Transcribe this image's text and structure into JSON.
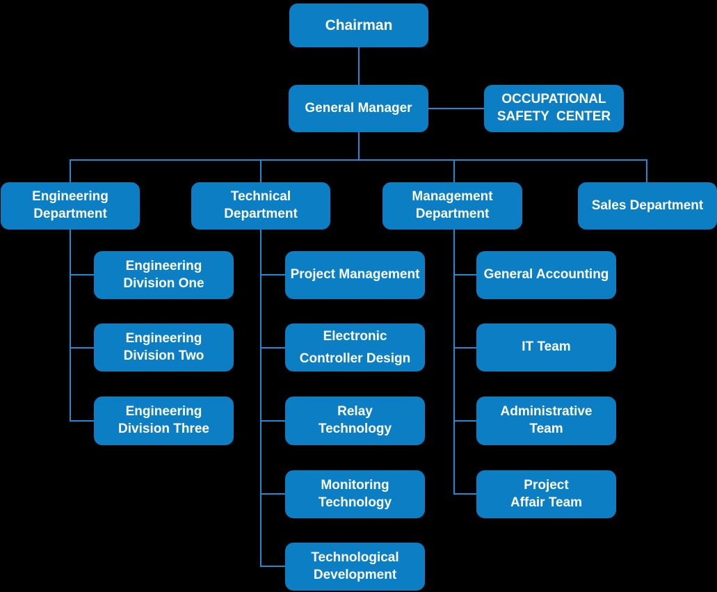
{
  "colors": {
    "background": "#000000",
    "node_fill": "#0b7ec4",
    "node_text": "#ffffff",
    "connector": "#1e8cd3"
  },
  "org": {
    "chairman": "Chairman",
    "general_manager": "General Manager",
    "safety_center": "OCCUPATIONAL\nSAFETY  CENTER",
    "departments": [
      {
        "label": "Engineering\nDepartment",
        "children": [
          "Engineering\nDivision One",
          "Engineering\nDivision Two",
          "Engineering\nDivision Three"
        ]
      },
      {
        "label": "Technical\nDepartment",
        "children": [
          "Project Management",
          "Electronic\nController Design",
          "Relay\nTechnology",
          "Monitoring\nTechnology",
          "Technological\nDevelopment"
        ]
      },
      {
        "label": "Management\nDepartment",
        "children": [
          "General Accounting",
          "IT Team",
          "Administrative\nTeam",
          "Project\nAffair Team"
        ]
      },
      {
        "label": "Sales Department",
        "children": []
      }
    ]
  }
}
